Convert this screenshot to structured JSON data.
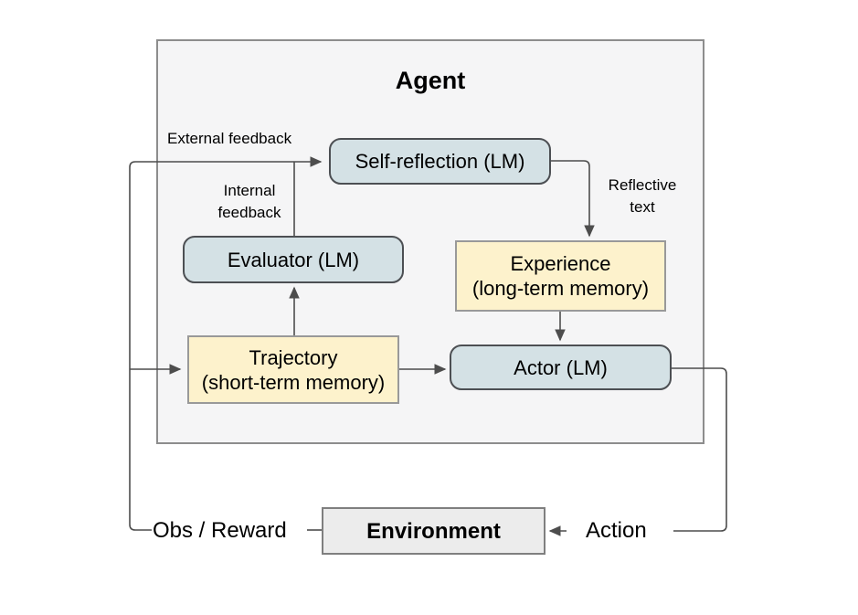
{
  "diagram": {
    "agent": {
      "title": "Agent"
    },
    "nodes": {
      "self_reflection": {
        "label": "Self-reflection (LM)"
      },
      "evaluator": {
        "label": "Evaluator (LM)"
      },
      "experience": {
        "title": "Experience",
        "subtitle": "(long-term memory)"
      },
      "trajectory": {
        "title": "Trajectory",
        "subtitle": "(short-term memory)"
      },
      "actor": {
        "label": "Actor (LM)"
      },
      "environment": {
        "label": "Environment"
      }
    },
    "labels": {
      "external_feedback": "External feedback",
      "internal_feedback_line1": "Internal",
      "internal_feedback_line2": "feedback",
      "reflective_text_line1": "Reflective",
      "reflective_text_line2": "text",
      "obs_reward": "Obs / Reward",
      "action": "Action"
    },
    "colors": {
      "agent_fill": "#f5f5f6",
      "agent_border": "#8d8d8d",
      "lm_fill": "#d4e1e5",
      "lm_border": "#4c4f53",
      "memory_fill": "#fdf2cc",
      "memory_border": "#999999",
      "environment_fill": "#ececec",
      "environment_border": "#7f7f7f",
      "connector": "#4d4d4d"
    }
  }
}
